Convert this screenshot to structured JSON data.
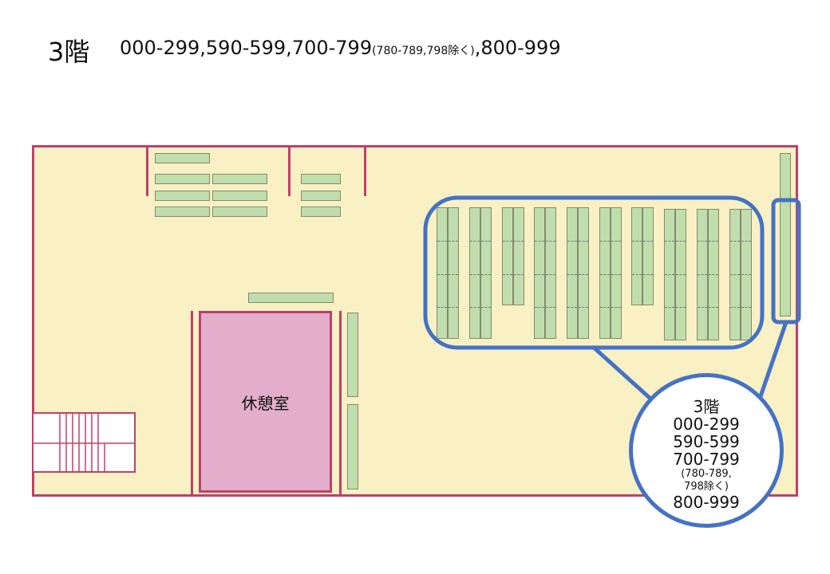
{
  "header": {
    "floor": "3階",
    "ranges_main": "000-299,590-599,700-799",
    "ranges_note": "(780-789,798除く)",
    "ranges_tail": ",800-999"
  },
  "map": {
    "lounge_label": "休憩室"
  },
  "callout": {
    "floor": "3階",
    "lines": [
      "000-299",
      "590-599",
      "700-799"
    ],
    "note1": "(780-789,",
    "note2": "798除く)",
    "last": "800-999"
  },
  "colors": {
    "wall": "#c0406a",
    "floor": "#f9f0c4",
    "shelf": "#c0dead",
    "lounge": "#e3aecb",
    "highlight": "#4472c4"
  }
}
